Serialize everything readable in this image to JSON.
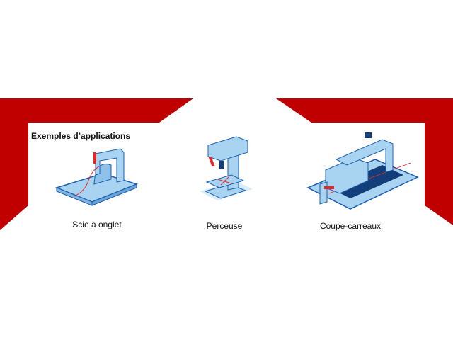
{
  "section_title": "Exemples d’applications",
  "items": [
    {
      "label": "Scie à onglet",
      "icon": "miter-saw-icon"
    },
    {
      "label": "Perceuse",
      "icon": "drill-press-icon"
    },
    {
      "label": "Coupe-carreaux",
      "icon": "tile-cutter-icon"
    }
  ],
  "colors": {
    "accent": "#c00000",
    "machine": "#a8d4f2",
    "outline": "#1e5fae",
    "dark": "#123e7a",
    "marker": "#e8262a"
  }
}
